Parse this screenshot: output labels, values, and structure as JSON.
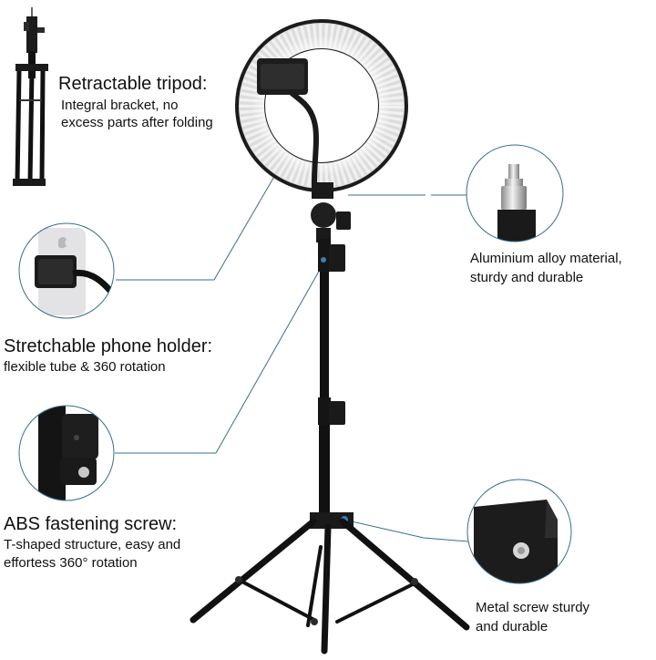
{
  "features": {
    "tripod": {
      "title": "Retractable tripod:",
      "line1": "Integral bracket, no",
      "line2": "excess parts after folding"
    },
    "phone_holder": {
      "title": "Stretchable phone holder:",
      "line1": "flexible tube & 360 rotation"
    },
    "fastening_screw": {
      "title": "ABS fastening screw:",
      "line1": "T-shaped structure, easy and",
      "line2": "effortess 360° rotation"
    },
    "aluminium": {
      "line1": "Aluminium alloy material,",
      "line2": "sturdy and durable"
    },
    "metal_screw": {
      "line1": "Metal screw sturdy",
      "line2": "and durable"
    }
  },
  "colors": {
    "callout_line": "#3a6d8c",
    "metal": "#1a1a1a",
    "ring_light": "#f4f4f4"
  }
}
